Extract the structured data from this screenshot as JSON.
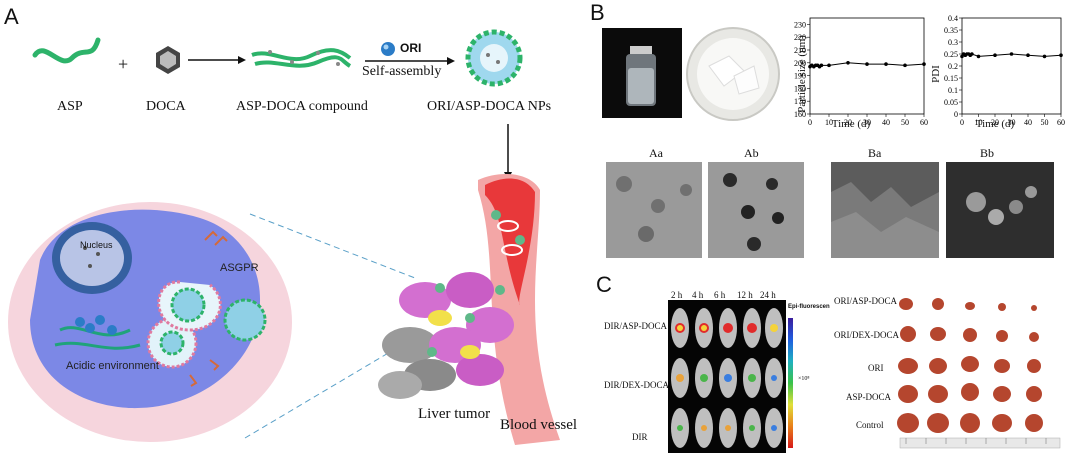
{
  "panels": {
    "a": "A",
    "b": "B",
    "c": "C"
  },
  "schematic": {
    "plus": "+",
    "asp": "ASP",
    "doca": "DOCA",
    "compound": "ASP-DOCA compound",
    "ori": "ORI",
    "self_assembly": "Self-assembly",
    "nps": "ORI/ASP-DOCA NPs",
    "nucleus": "Nucleus",
    "asgpr": "ASGPR",
    "acidic": "Acidic environment",
    "liver_tumor": "Liver tumor",
    "blood_vessel": "Blood vessel"
  },
  "panel_b": {
    "images": {
      "aa": "Aa",
      "ab": "Ab",
      "ba": "Ba",
      "bb": "Bb"
    },
    "charts": {
      "size_ylabel": "Particle size (nm)",
      "size_xlabel": "Time (d)",
      "pdi_ylabel": "PDI",
      "pdi_xlabel": "Time (d)"
    }
  },
  "panel_c": {
    "timepoints": [
      "2 h",
      "4 h",
      "6 h",
      "12 h",
      "24 h"
    ],
    "rows": [
      "DIR/ASP-DOCA",
      "DIR/DEX-DOCA",
      "DIR"
    ],
    "colorbar_title": "Epi-fluorescen",
    "colorbar_unit": "×10⁸",
    "organ_rows": [
      "ORI/ASP-DOCA",
      "ORI/DEX-DOCA",
      "ORI",
      "ASP-DOCA",
      "Control"
    ]
  },
  "chart_data": [
    {
      "type": "line",
      "title": "",
      "xlabel": "Time (d)",
      "ylabel": "Particle size (nm)",
      "xlim": [
        0,
        60
      ],
      "ylim": [
        160,
        235
      ],
      "xticks": [
        0,
        10,
        20,
        30,
        40,
        50,
        60
      ],
      "yticks": [
        160,
        170,
        180,
        190,
        200,
        210,
        220,
        230
      ],
      "x": [
        0,
        1,
        2,
        3,
        4,
        5,
        6,
        10,
        20,
        30,
        40,
        50,
        60
      ],
      "values": [
        197,
        198,
        197,
        198,
        198,
        197,
        198,
        198,
        200,
        199,
        199,
        198,
        199
      ]
    },
    {
      "type": "line",
      "title": "",
      "xlabel": "Time (d)",
      "ylabel": "PDI",
      "xlim": [
        0,
        60
      ],
      "ylim": [
        0,
        0.4
      ],
      "xticks": [
        0,
        10,
        20,
        30,
        40,
        50,
        60
      ],
      "yticks": [
        0,
        0.05,
        0.1,
        0.15,
        0.2,
        0.25,
        0.3,
        0.35,
        0.4
      ],
      "x": [
        0,
        1,
        2,
        3,
        4,
        5,
        6,
        10,
        20,
        30,
        40,
        50,
        60
      ],
      "values": [
        0.24,
        0.25,
        0.245,
        0.25,
        0.25,
        0.245,
        0.25,
        0.24,
        0.245,
        0.25,
        0.245,
        0.24,
        0.245
      ]
    }
  ]
}
